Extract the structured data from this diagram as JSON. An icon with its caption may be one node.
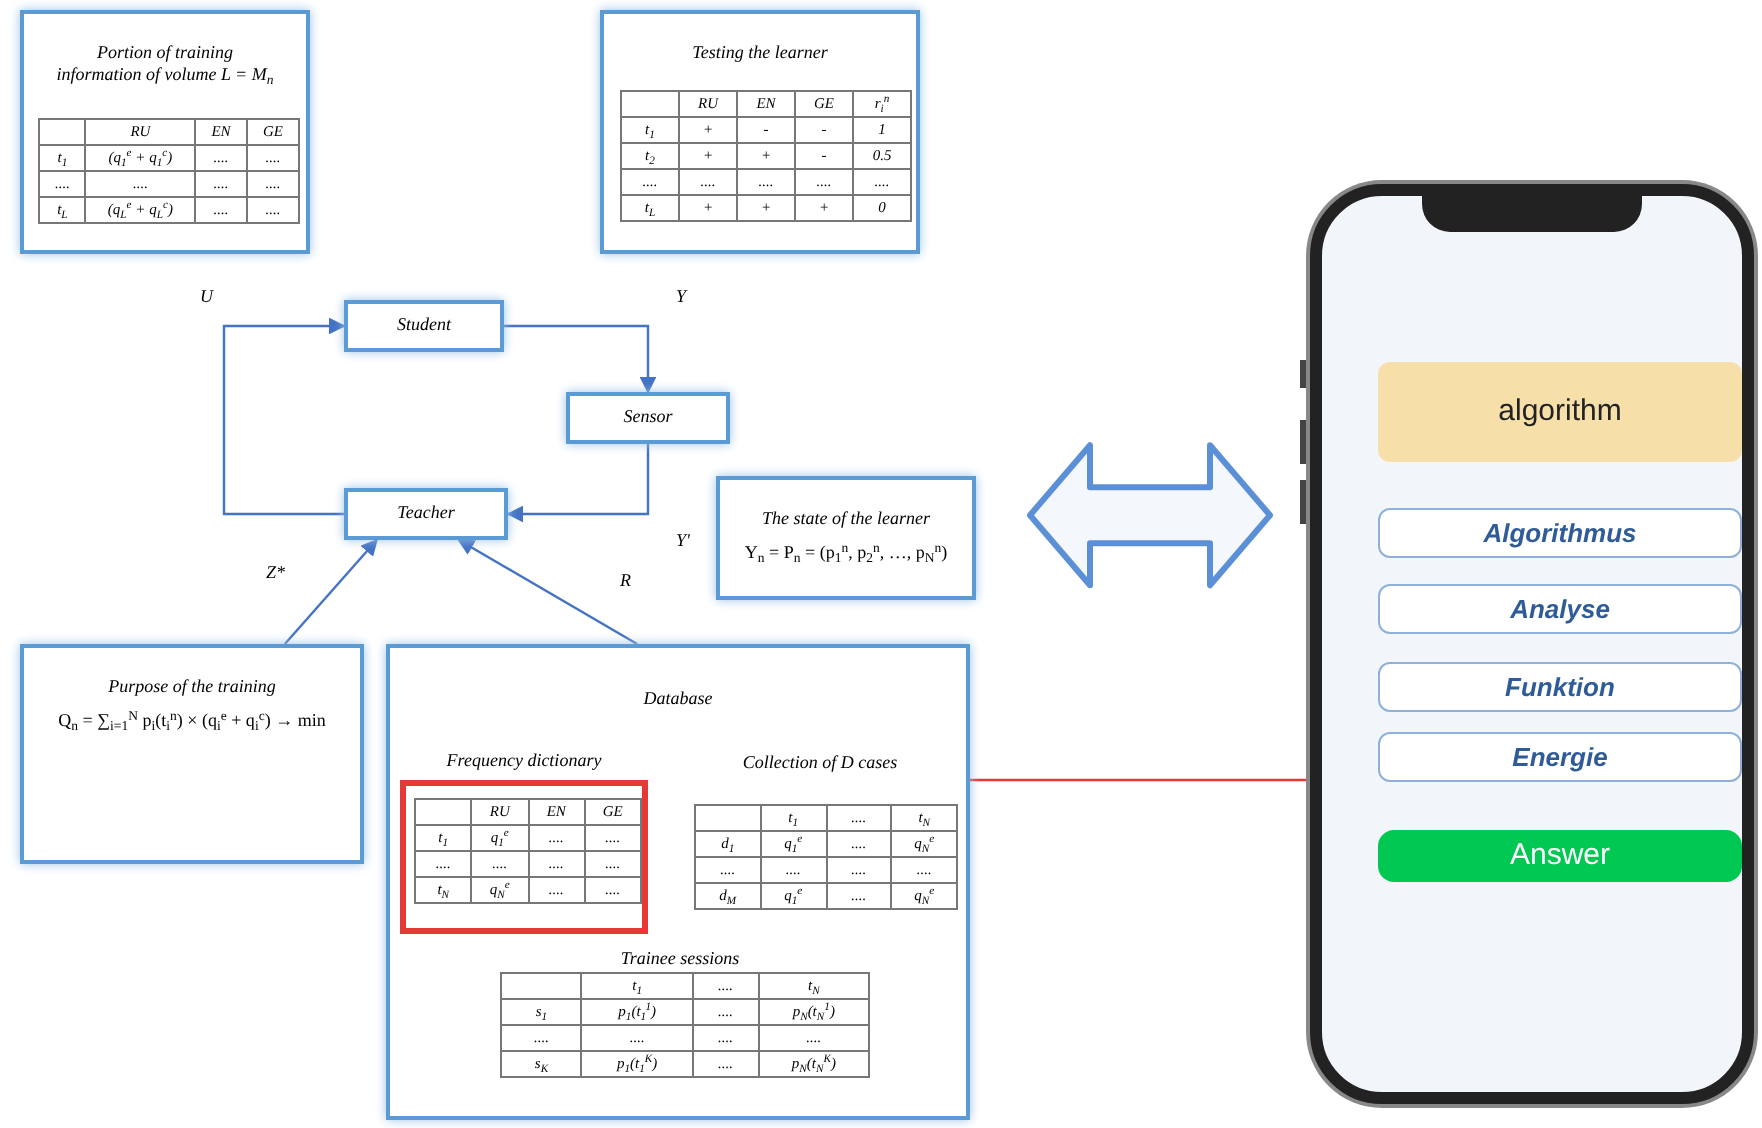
{
  "diagram": {
    "nodes": [
      {
        "text": [
          "Portion of training information of volume L = M$_{n}$"
        ]
      },
      {
        "text": [
          "Testing the learner"
        ]
      },
      {
        "text": [
          "Student"
        ]
      },
      {
        "text": [
          "Sensor"
        ]
      },
      {
        "text": [
          "Teacher"
        ]
      },
      {
        "text": [
          "The state of the learner",
          "Y$_{n}$ = P$_{n}$ = (p$_{1}$$^{n}$, p$_{2}$$^{n}$, …, p$_{N}$$^{n}$)"
        ]
      },
      {
        "text": [
          "Purpose of the training",
          "Q$_{n}$ = ∑$_{i=1}$$^{N}$ p$_{i}$(t$_{i}$$^{n}$) × (q$_{i}$$^{e}$ + q$_{i}$$^{c}$) → min"
        ]
      },
      {
        "text": [
          "Database"
        ]
      },
      {
        "text": [
          "Frequency dictionary"
        ],
        "in": 7
      },
      {
        "text": [],
        "shape": "picture"
      },
      {
        "text": [],
        "shape": "bar",
        "in": 9
      },
      {
        "text": [
          "algorithm"
        ],
        "in": 9
      },
      {
        "text": [
          "Algorithmus"
        ],
        "in": 9
      },
      {
        "text": [
          "Analyse"
        ],
        "in": 9
      },
      {
        "text": [
          "Funktion"
        ],
        "in": 9
      },
      {
        "text": [
          "Energie"
        ],
        "in": 9
      },
      {
        "text": [
          "Answer"
        ],
        "in": 9
      }
    ],
    "edges": [
      {
        "from": 2,
        "to": 3,
        "arrow": "to",
        "label": "Y"
      },
      {
        "from": 3,
        "to": 4,
        "arrow": "to",
        "label": "Y'"
      },
      {
        "from": 4,
        "to": 2,
        "arrow": "to",
        "label": "U"
      },
      {
        "from": 6,
        "to": 4,
        "arrow": "to",
        "label": "Z*"
      },
      {
        "from": 7,
        "to": 4,
        "arrow": "to",
        "label": "R"
      },
      {
        "from": 8,
        "to": 9,
        "arrow": "none",
        "color": "#e53935"
      },
      {
        "from": null,
        "to": 9,
        "arrow": "both",
        "style": "thick"
      }
    ],
    "labels": [
      "RU",
      "EN",
      "GE",
      "t$_{1}$",
      "(q$_{1}$$^{e}$ + q$_{1}$$^{c}$)",
      "....",
      "....",
      "....",
      "....",
      "....",
      "....",
      "t$_{L}$",
      "(q$_{L}$$^{e}$ + q$_{L}$$^{c}$)",
      "....",
      "....",
      "RU",
      "EN",
      "GE",
      "r$_{i}$$^{n}$",
      "t$_{1}$",
      "+",
      "-",
      "-",
      "1",
      "t$_{2}$",
      "+",
      "+",
      "-",
      "0.5",
      "....",
      "....",
      "....",
      "....",
      "....",
      "t$_{L}$",
      "+",
      "+",
      "+",
      "0",
      "RU",
      "EN",
      "GE",
      "t$_{1}$",
      "q$_{1}$$^{e}$",
      "....",
      "....",
      "....",
      "....",
      "....",
      "....",
      "t$_{N}$",
      "q$_{N}$$^{e}$",
      "....",
      "....",
      "Collection of D cases",
      "t$_{1}$",
      "....",
      "t$_{N}$",
      "d$_{1}$",
      "q$_{1}$$^{e}$",
      "....",
      "q$_{N}$$^{e}$",
      "....",
      "....",
      "....",
      "....",
      "d$_{M}$",
      "q$_{1}$$^{e}$",
      "....",
      "q$_{N}$$^{e}$",
      "Trainee sessions",
      "t$_{1}$",
      "....",
      "t$_{N}$",
      "s$_{1}$",
      "p$_{1}$(t$_{1}$$^{1}$)",
      "....",
      "p$_{N}$(t$_{N}$$^{1}$)",
      "....",
      "....",
      "....",
      "....",
      "s$_{K}$",
      "p$_{1}$(t$_{1}$$^{K}$)",
      "....",
      "p$_{N}$(t$_{N}$$^{K}$)"
    ]
  }
}
